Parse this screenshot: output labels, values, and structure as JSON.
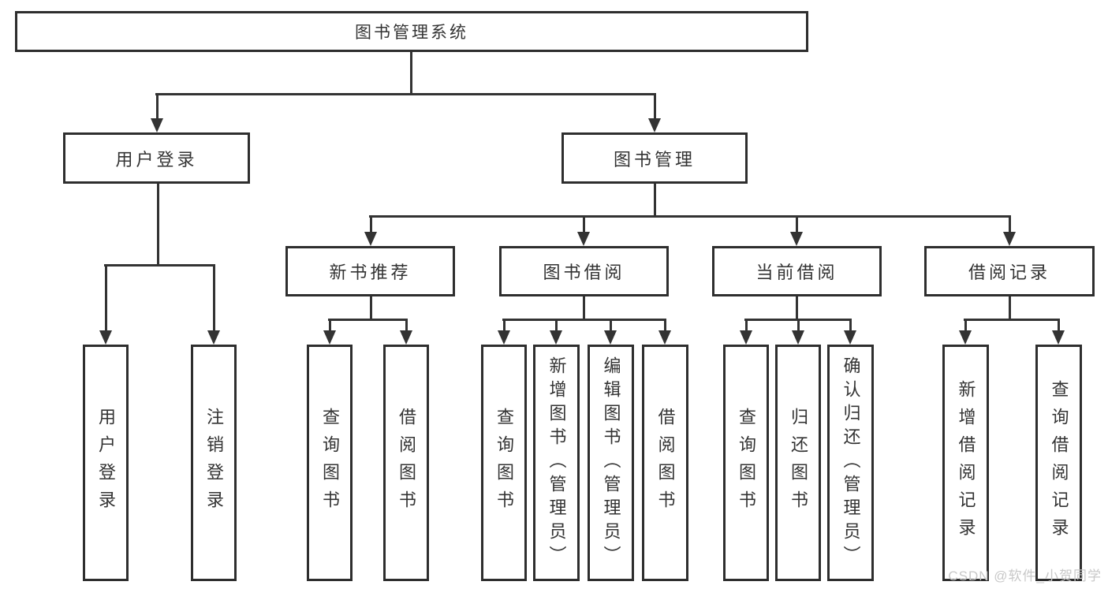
{
  "tree": {
    "root": "图书管理系统",
    "branches": [
      {
        "label": "用户登录",
        "children": [
          "用户登录",
          "注销登录"
        ]
      },
      {
        "label": "图书管理",
        "groups": [
          {
            "label": "新书推荐",
            "children": [
              "查询图书",
              "借阅图书"
            ]
          },
          {
            "label": "图书借阅",
            "children": [
              "查询图书",
              "新增图书（管理员）",
              "编辑图书（管理员）",
              "借阅图书"
            ]
          },
          {
            "label": "当前借阅",
            "children": [
              "查询图书",
              "归还图书",
              "确认归还（管理员）"
            ]
          },
          {
            "label": "借阅记录",
            "children": [
              "新增借阅记录",
              "查询借阅记录"
            ]
          }
        ]
      }
    ]
  },
  "watermark": {
    "text": "CSDN @软件_小贺同学"
  },
  "colors": {
    "line": "#333333",
    "text": "#333333",
    "box_background": "#ffffff",
    "watermark": "#c8c8c8",
    "page_background": "#ffffff"
  }
}
